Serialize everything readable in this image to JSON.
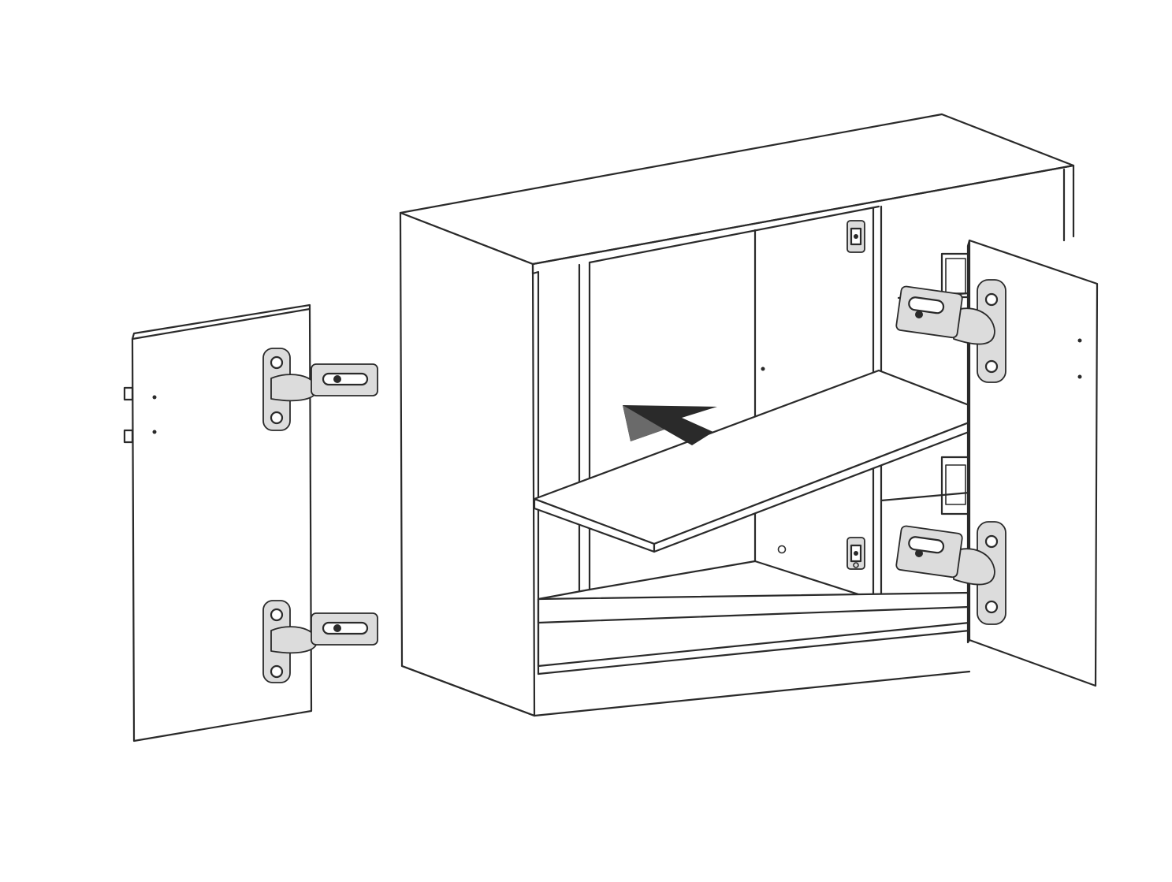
{
  "figure": {
    "components": [
      "left-door",
      "cabinet-body",
      "shelf",
      "right-door",
      "hinges",
      "mounting-plates",
      "insert-arrow"
    ],
    "colors": {
      "line": "#2a2a2a",
      "background": "#ffffff",
      "part_fill": "#dcdcdc"
    },
    "icons": {
      "arrow": "insert-direction-arrow-icon",
      "hinge": "hinge-icon"
    }
  }
}
